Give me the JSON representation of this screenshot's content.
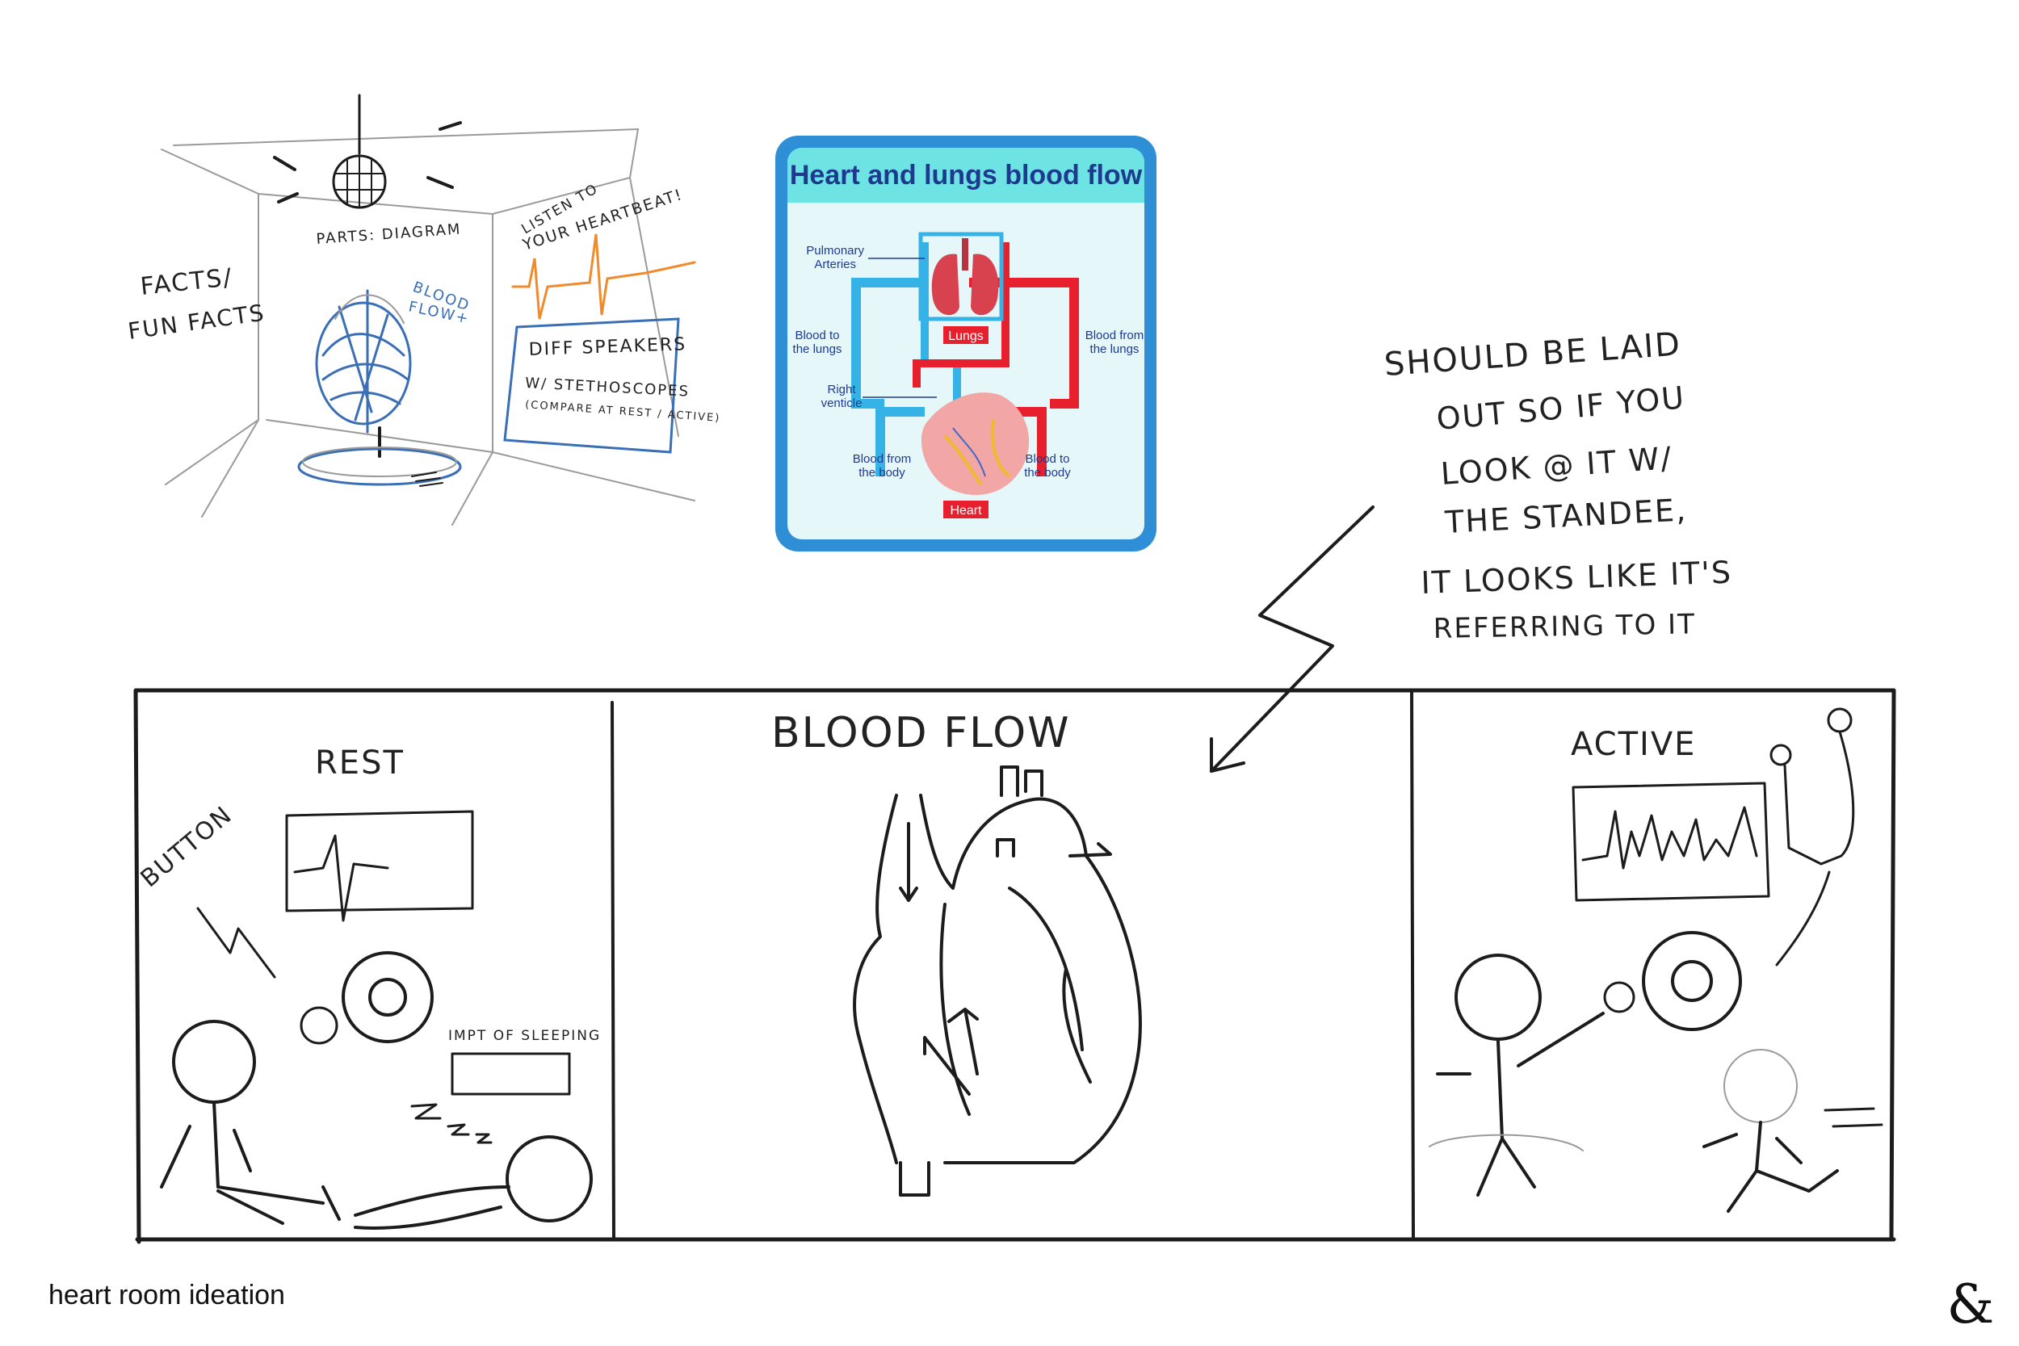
{
  "caption": "heart room ideation",
  "logo_glyph": "&",
  "room_sketch": {
    "facts_line1": "FACTS/",
    "facts_line2": "FUN FACTS",
    "parts_diagram": "PARTS: DIAGRAM",
    "blood_flow_line1": "BLOOD",
    "blood_flow_line2": "FLOW+",
    "listen_line1": "LISTEN TO",
    "listen_line2": "YOUR HEARTBEAT!",
    "diff_speakers": "DIFF SPEAKERS",
    "stethoscopes": "W/ STETHOSCOPES",
    "compare": "(COMPARE AT REST / ACTIVE)"
  },
  "infographic": {
    "title": "Heart and lungs blood flow",
    "pulmonary_line1": "Pulmonary",
    "pulmonary_line2": "Arteries",
    "to_lungs_line1": "Blood to",
    "to_lungs_line2": "the lungs",
    "from_lungs_line1": "Blood from",
    "from_lungs_line2": "the lungs",
    "right_line1": "Right",
    "right_line2": "venticle",
    "from_body_line1": "Blood from",
    "from_body_line2": "the body",
    "to_body_line1": "Blood to",
    "to_body_line2": "the body",
    "lungs": "Lungs",
    "heart": "Heart",
    "colors": {
      "frame": "#2f8fd6",
      "header": "#6ee3e3",
      "title": "#1d3a8f",
      "artery": "#e8202e",
      "vein": "#35b2e6"
    }
  },
  "note": {
    "line1": "SHOULD BE LAID",
    "line2": "OUT SO IF YOU",
    "line3": "LOOK @ IT W/",
    "line4": "THE STANDEE,",
    "line5": "IT LOOKS LIKE IT'S",
    "line6": "REFERRING TO IT"
  },
  "panels": {
    "rest_title": "REST",
    "button_label": "BUTTON",
    "sleeping_label": "IMPT OF SLEEPING",
    "blood_flow_title": "BLOOD FLOW",
    "active_title": "ACTIVE"
  }
}
